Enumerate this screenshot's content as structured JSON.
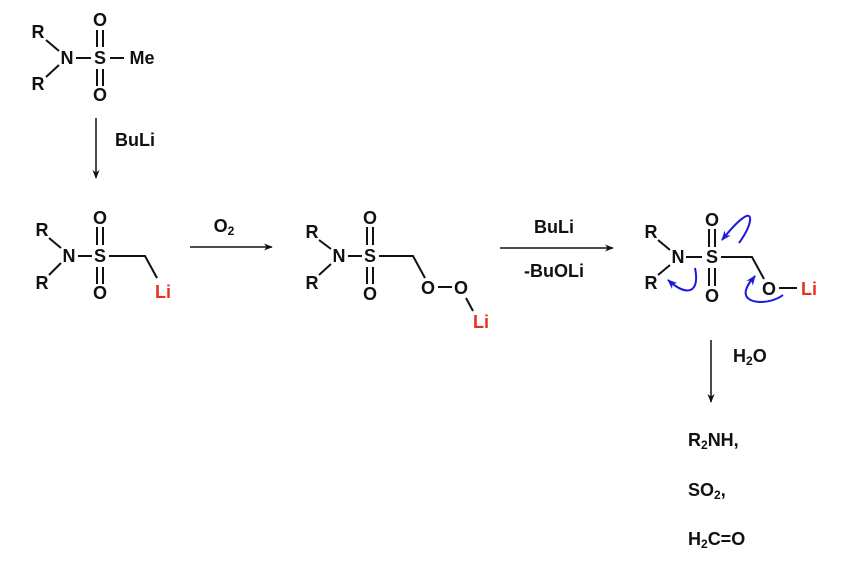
{
  "colors": {
    "bond": "#111111",
    "lithium": "#e8321e",
    "electron_arrow": "#1a1adc"
  },
  "atoms": {
    "R": "R",
    "N": "N",
    "S": "S",
    "O": "O",
    "Me": "Me",
    "Li": "Li"
  },
  "steps": {
    "step1": {
      "reagent": "BuLi"
    },
    "step2": {
      "reagent": "O",
      "reagent_sub": "2"
    },
    "step3": {
      "reagent_top": "BuLi",
      "reagent_bottom": "-BuOLi"
    },
    "step4": {
      "reagent": "H",
      "reagent_sub": "2",
      "reagent_end": "O"
    }
  },
  "products": {
    "p1": {
      "a": "R",
      "sub": "2",
      "b": "NH,"
    },
    "p2": {
      "a": "SO",
      "sub": "2",
      "b": ","
    },
    "p3": {
      "a": "H",
      "sub": "2",
      "b": "C=O"
    }
  }
}
